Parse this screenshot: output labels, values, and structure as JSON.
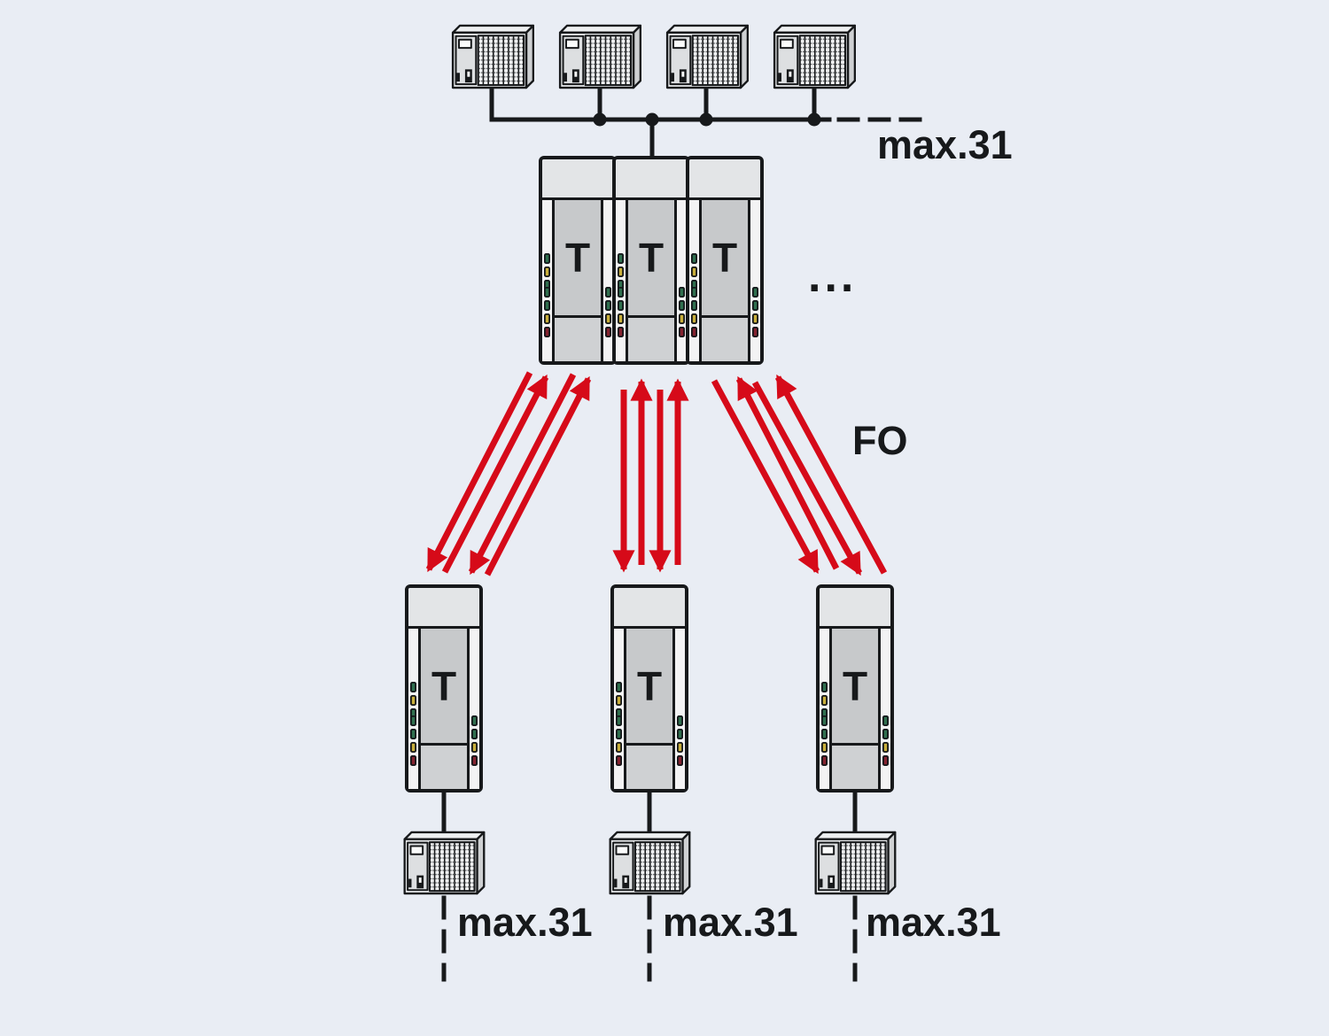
{
  "diagram": {
    "background_color": "#e9edf4",
    "line_color": "#17191b",
    "fiber_color": "#d60a19",
    "top_bus": {
      "max_label": "max.31"
    },
    "hub": {
      "modules": [
        {
          "label": "T"
        },
        {
          "label": "T"
        },
        {
          "label": "T"
        }
      ],
      "ellipsis": "..."
    },
    "fiber_label": "FO",
    "branches": [
      {
        "module_label": "T",
        "max_label": "max.31"
      },
      {
        "module_label": "T",
        "max_label": "max.31"
      },
      {
        "module_label": "T",
        "max_label": "max.31"
      }
    ],
    "module_leds": {
      "left_top": [
        "green",
        "yellow",
        "green"
      ],
      "left_bottom": [
        "green",
        "green",
        "yellow",
        "red"
      ],
      "right_bottom": [
        "green",
        "green",
        "yellow",
        "red"
      ]
    },
    "led_colors": {
      "green": "#2f6f4e",
      "yellow": "#c8ae3a",
      "red": "#84222f"
    }
  }
}
